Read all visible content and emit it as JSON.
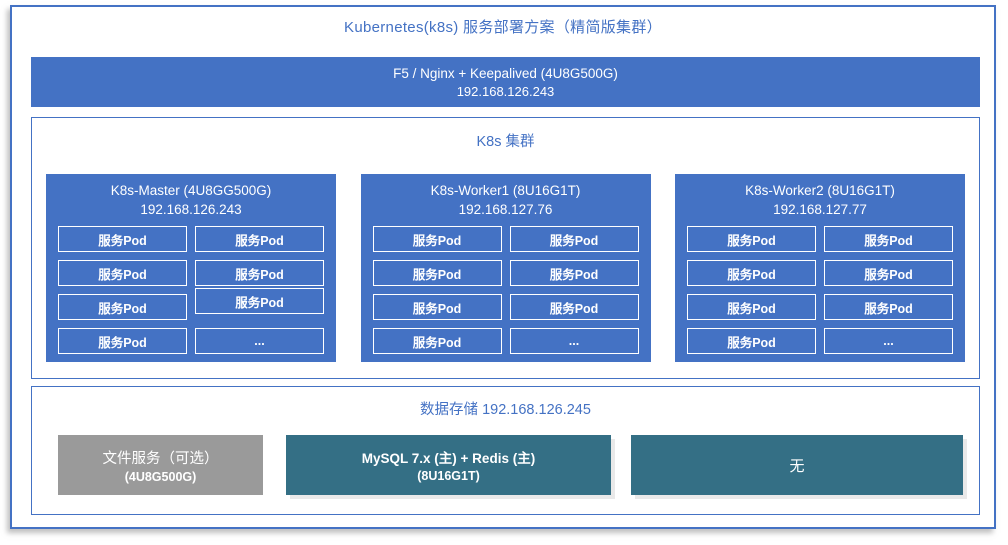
{
  "title": "Kubernetes(k8s) 服务部署方案（精简版集群）",
  "load_balancer": {
    "line1": "F5 / Nginx + Keepalived (4U8G500G)",
    "line2": "192.168.126.243"
  },
  "cluster": {
    "title": "K8s 集群",
    "nodes": [
      {
        "name": "K8s-Master (4U8GG500G)",
        "ip": "192.168.126.243",
        "pods": [
          "服务Pod",
          "服务Pod",
          "服务Pod",
          "服务Pod",
          "服务Pod",
          "服务Pod",
          "服务Pod",
          "..."
        ]
      },
      {
        "name": "K8s-Worker1 (8U16G1T)",
        "ip": "192.168.127.76",
        "pods": [
          "服务Pod",
          "服务Pod",
          "服务Pod",
          "服务Pod",
          "服务Pod",
          "服务Pod",
          "服务Pod",
          "..."
        ]
      },
      {
        "name": "K8s-Worker2 (8U16G1T)",
        "ip": "192.168.127.77",
        "pods": [
          "服务Pod",
          "服务Pod",
          "服务Pod",
          "服务Pod",
          "服务Pod",
          "服务Pod",
          "服务Pod",
          "..."
        ]
      }
    ]
  },
  "storage": {
    "title": "数据存储 192.168.126.245",
    "boxes": [
      {
        "line1": "文件服务（可选）",
        "line2": "(4U8G500G)"
      },
      {
        "line1": "MySQL 7.x (主) + Redis (主)",
        "line2": "(8U16G1T)"
      },
      {
        "line1": "无",
        "line2": ""
      }
    ]
  },
  "colors": {
    "accent_blue": "#4472C4",
    "teal": "#346F85",
    "gray": "#9A9A9A",
    "text_on_fill": "#ffffff"
  }
}
